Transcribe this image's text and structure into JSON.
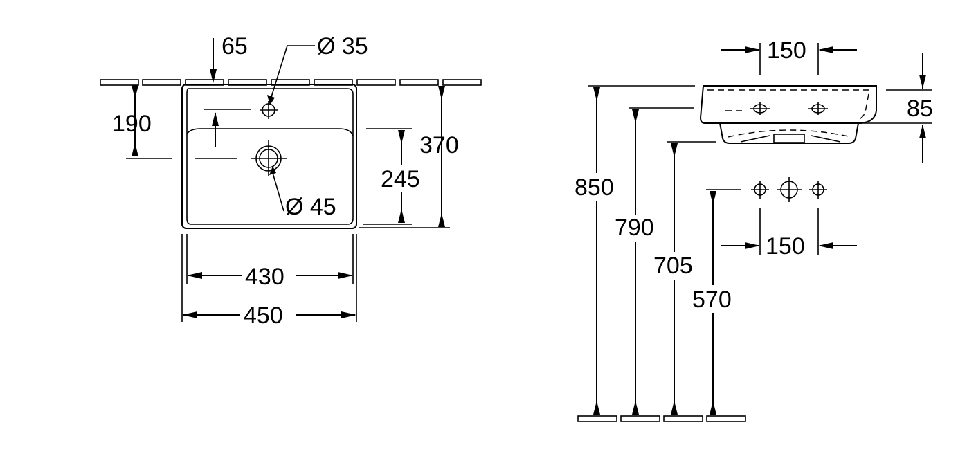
{
  "top_view": {
    "tap_offset": "65",
    "tap_hole": "Ø 35",
    "tap_from_wall": "190",
    "depth": "370",
    "waste_from_front": "245",
    "waste_hole": "Ø 45",
    "inner_width": "430",
    "outer_width": "450"
  },
  "side_view": {
    "tap_spacing_top": "150",
    "basin_height": "85",
    "rim_height": "850",
    "underside_height": "790",
    "bowl_bottom_height": "705",
    "connection_height": "570",
    "connection_spacing": "150"
  }
}
